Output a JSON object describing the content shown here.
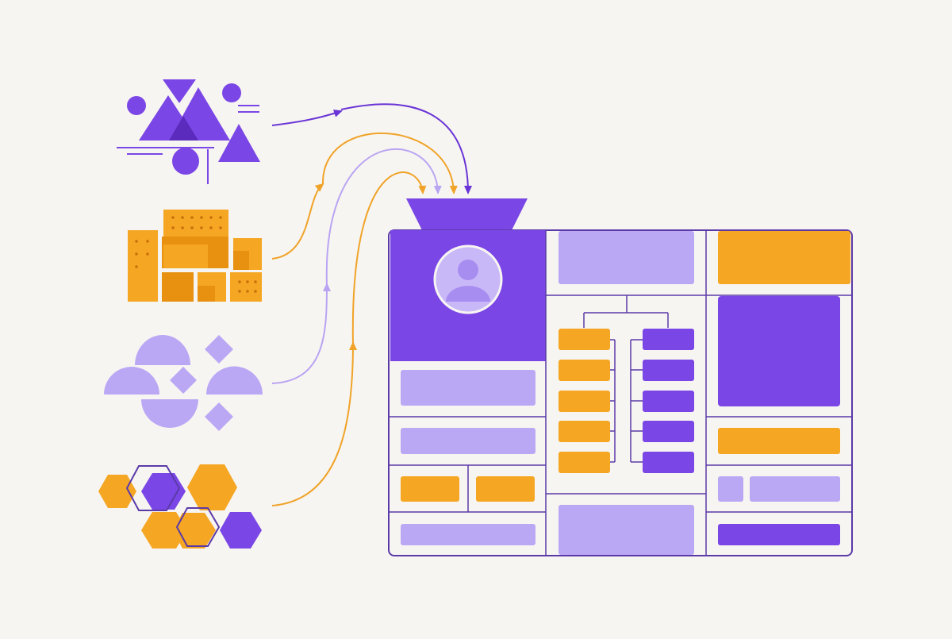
{
  "colors": {
    "background": "#f7f5f2",
    "purple": "#7b46e6",
    "purple_dark": "#6a35d6",
    "lavender": "#bba8f5",
    "lavender_light": "#c9b8f7",
    "orange": "#f5a623",
    "orange_dark": "#e8900f",
    "outline": "#5b3aa8",
    "arrow_orange": "#f0a328",
    "arrow_lavender": "#b9a4f2"
  },
  "diagram": {
    "sources": [
      {
        "id": "triangles-cluster",
        "icon": "shapes-triangles-circles-icon",
        "color": "purple"
      },
      {
        "id": "blocks-cluster",
        "icon": "orange-blocks-icon",
        "color": "orange"
      },
      {
        "id": "semicircles-cluster",
        "icon": "lavender-semicircles-diamonds-icon",
        "color": "lavender"
      },
      {
        "id": "hexagons-cluster",
        "icon": "hexagons-icon",
        "color": "orange"
      }
    ],
    "funnel_icon": "funnel-icon",
    "target": {
      "type": "dashboard-wireframe",
      "avatar_icon": "user-avatar-icon",
      "tree_left_nodes": 5,
      "tree_right_nodes": 5
    }
  }
}
